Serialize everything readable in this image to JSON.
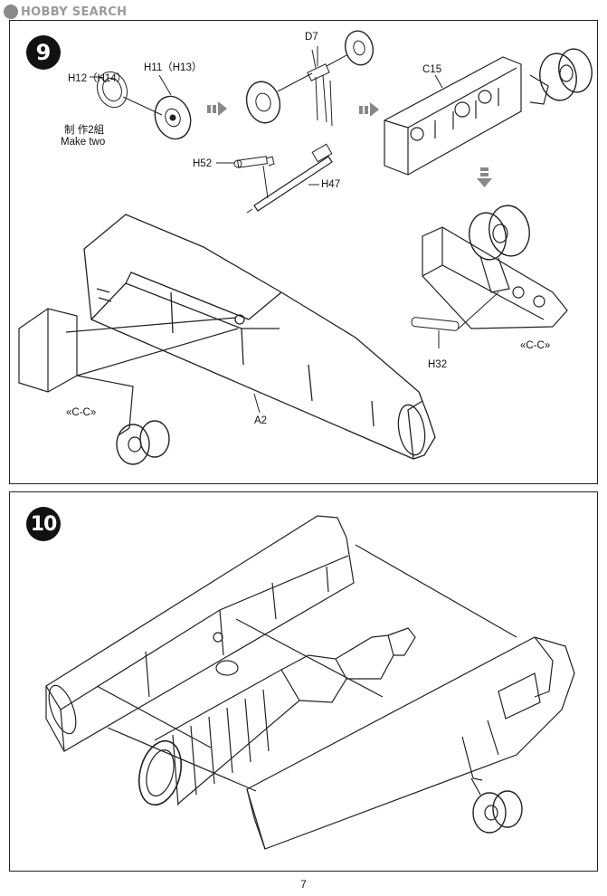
{
  "watermark": {
    "text": "HOBBY SEARCH"
  },
  "steps": [
    {
      "number": "9",
      "labels": {
        "h12_h14": "H12（H14）",
        "h11_h13": "H11（H13）",
        "make_two_jp": "制 作2組",
        "make_two_en": "Make two",
        "d7": "D7",
        "c15": "C15",
        "h52": "H52",
        "h47": "H47",
        "h32": "H32",
        "cc_left": "«C-C»",
        "cc_right": "«C-C»",
        "a2": "A2"
      }
    },
    {
      "number": "10"
    }
  ],
  "page_number": "7",
  "icons": [
    "arrow-right-icon",
    "arrow-right-icon",
    "arrow-down-icon"
  ]
}
